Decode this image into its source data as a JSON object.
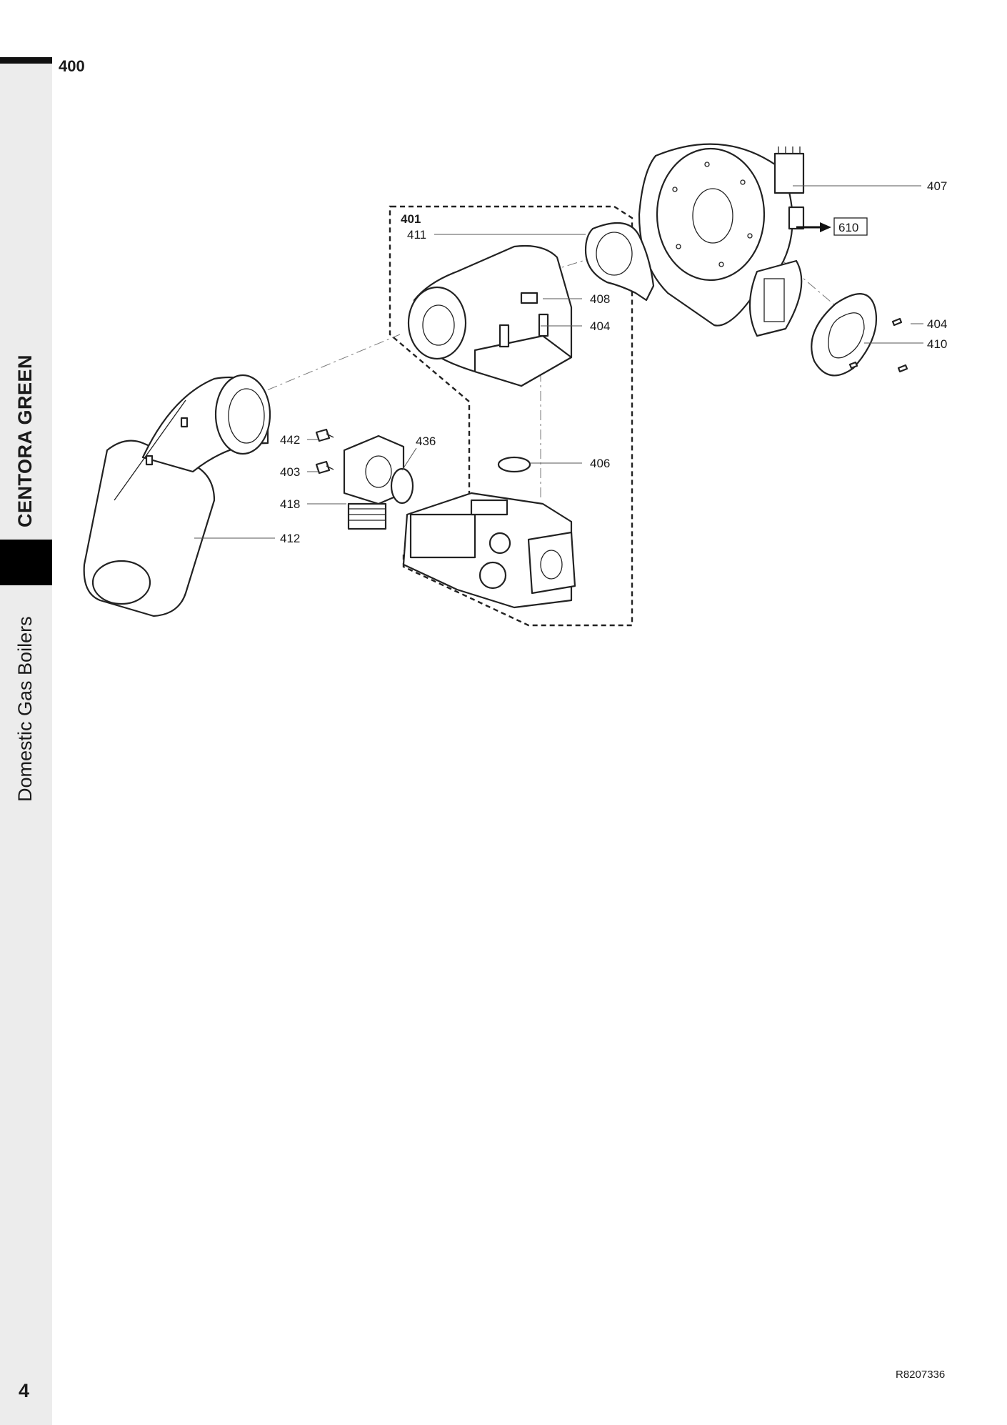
{
  "section_number": "400",
  "sidebar": {
    "brand": "CENTORA GREEN",
    "series": "Domestic Gas Boilers"
  },
  "page_number": "4",
  "reference_code": "R8207336",
  "diagram": {
    "assembly_label": "401",
    "callouts": {
      "c407": "407",
      "c610": "610",
      "c411": "411",
      "c408": "408",
      "c404a": "404",
      "c404b": "404",
      "c410": "410",
      "c442": "442",
      "c436": "436",
      "c403": "403",
      "c406": "406",
      "c418": "418",
      "c412": "412"
    }
  }
}
